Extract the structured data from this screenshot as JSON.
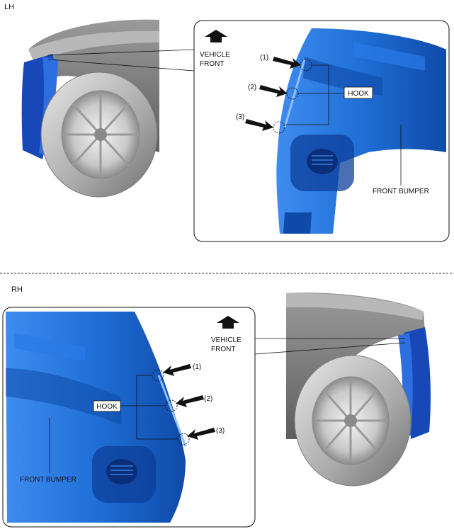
{
  "lh": {
    "side_label": "LH",
    "vehicle_front": [
      "VEHICLE",
      "FRONT"
    ],
    "callouts": [
      "(1)",
      "(2)",
      "(3)"
    ],
    "hook_label": "HOOK",
    "part_label": "FRONT BUMPER"
  },
  "rh": {
    "side_label": "RH",
    "vehicle_front": [
      "VEHICLE",
      "FRONT"
    ],
    "callouts": [
      "(1)",
      "(2)",
      "(3)"
    ],
    "hook_label": "HOOK",
    "part_label": "FRONT BUMPER"
  },
  "colors": {
    "bumper_blue": "#1f6fd6",
    "bumper_dark": "#0d3f9a",
    "body_gray": "#8a8a8a",
    "tire_gray": "#9b9b9b",
    "separator": "#333333"
  }
}
